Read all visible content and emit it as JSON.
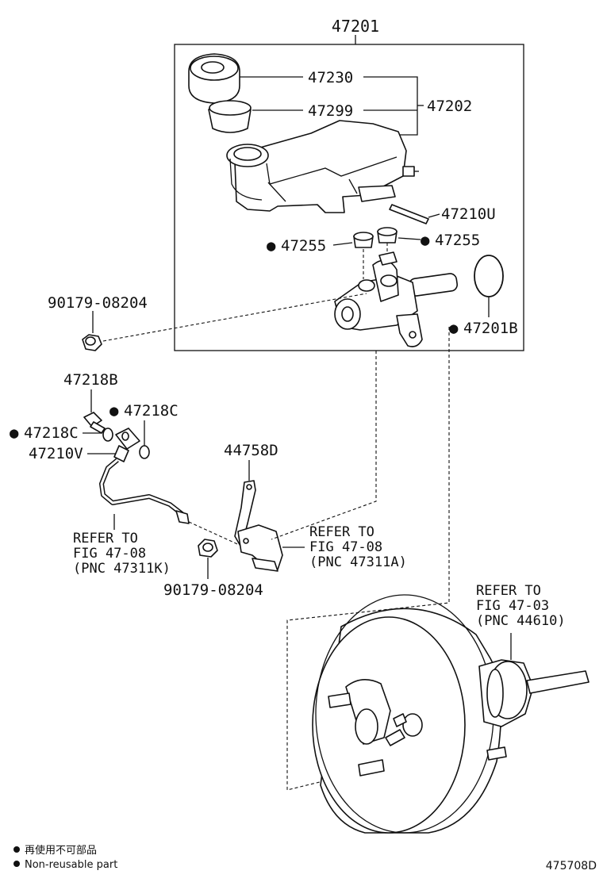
{
  "non_reusable_symbol": "●",
  "part_numbers": {
    "n47201": "47201",
    "n47230": "47230",
    "n47299": "47299",
    "n47202": "47202",
    "n47210U": "47210U",
    "n47255_left": "47255",
    "n47255_right": "47255",
    "n47201B": "47201B",
    "n90179_top": "90179-08204",
    "n47218B": "47218B",
    "n47218C_right": "47218C",
    "n47218C_left": "47218C",
    "n47210V": "47210V",
    "n44758D": "44758D",
    "n90179_bottom": "90179-08204"
  },
  "references": {
    "ref_47311K": [
      "REFER TO",
      "FIG 47-08",
      "(PNC 47311K)"
    ],
    "ref_47311A": [
      "REFER TO",
      "FIG 47-08",
      "(PNC 47311A)"
    ],
    "ref_44610": [
      "REFER TO",
      "FIG 47-03",
      "(PNC 44610)"
    ]
  },
  "legend": {
    "item_jp": "再使用不可部品",
    "item_en": "Non-reusable part"
  },
  "figure_code": "475708D"
}
